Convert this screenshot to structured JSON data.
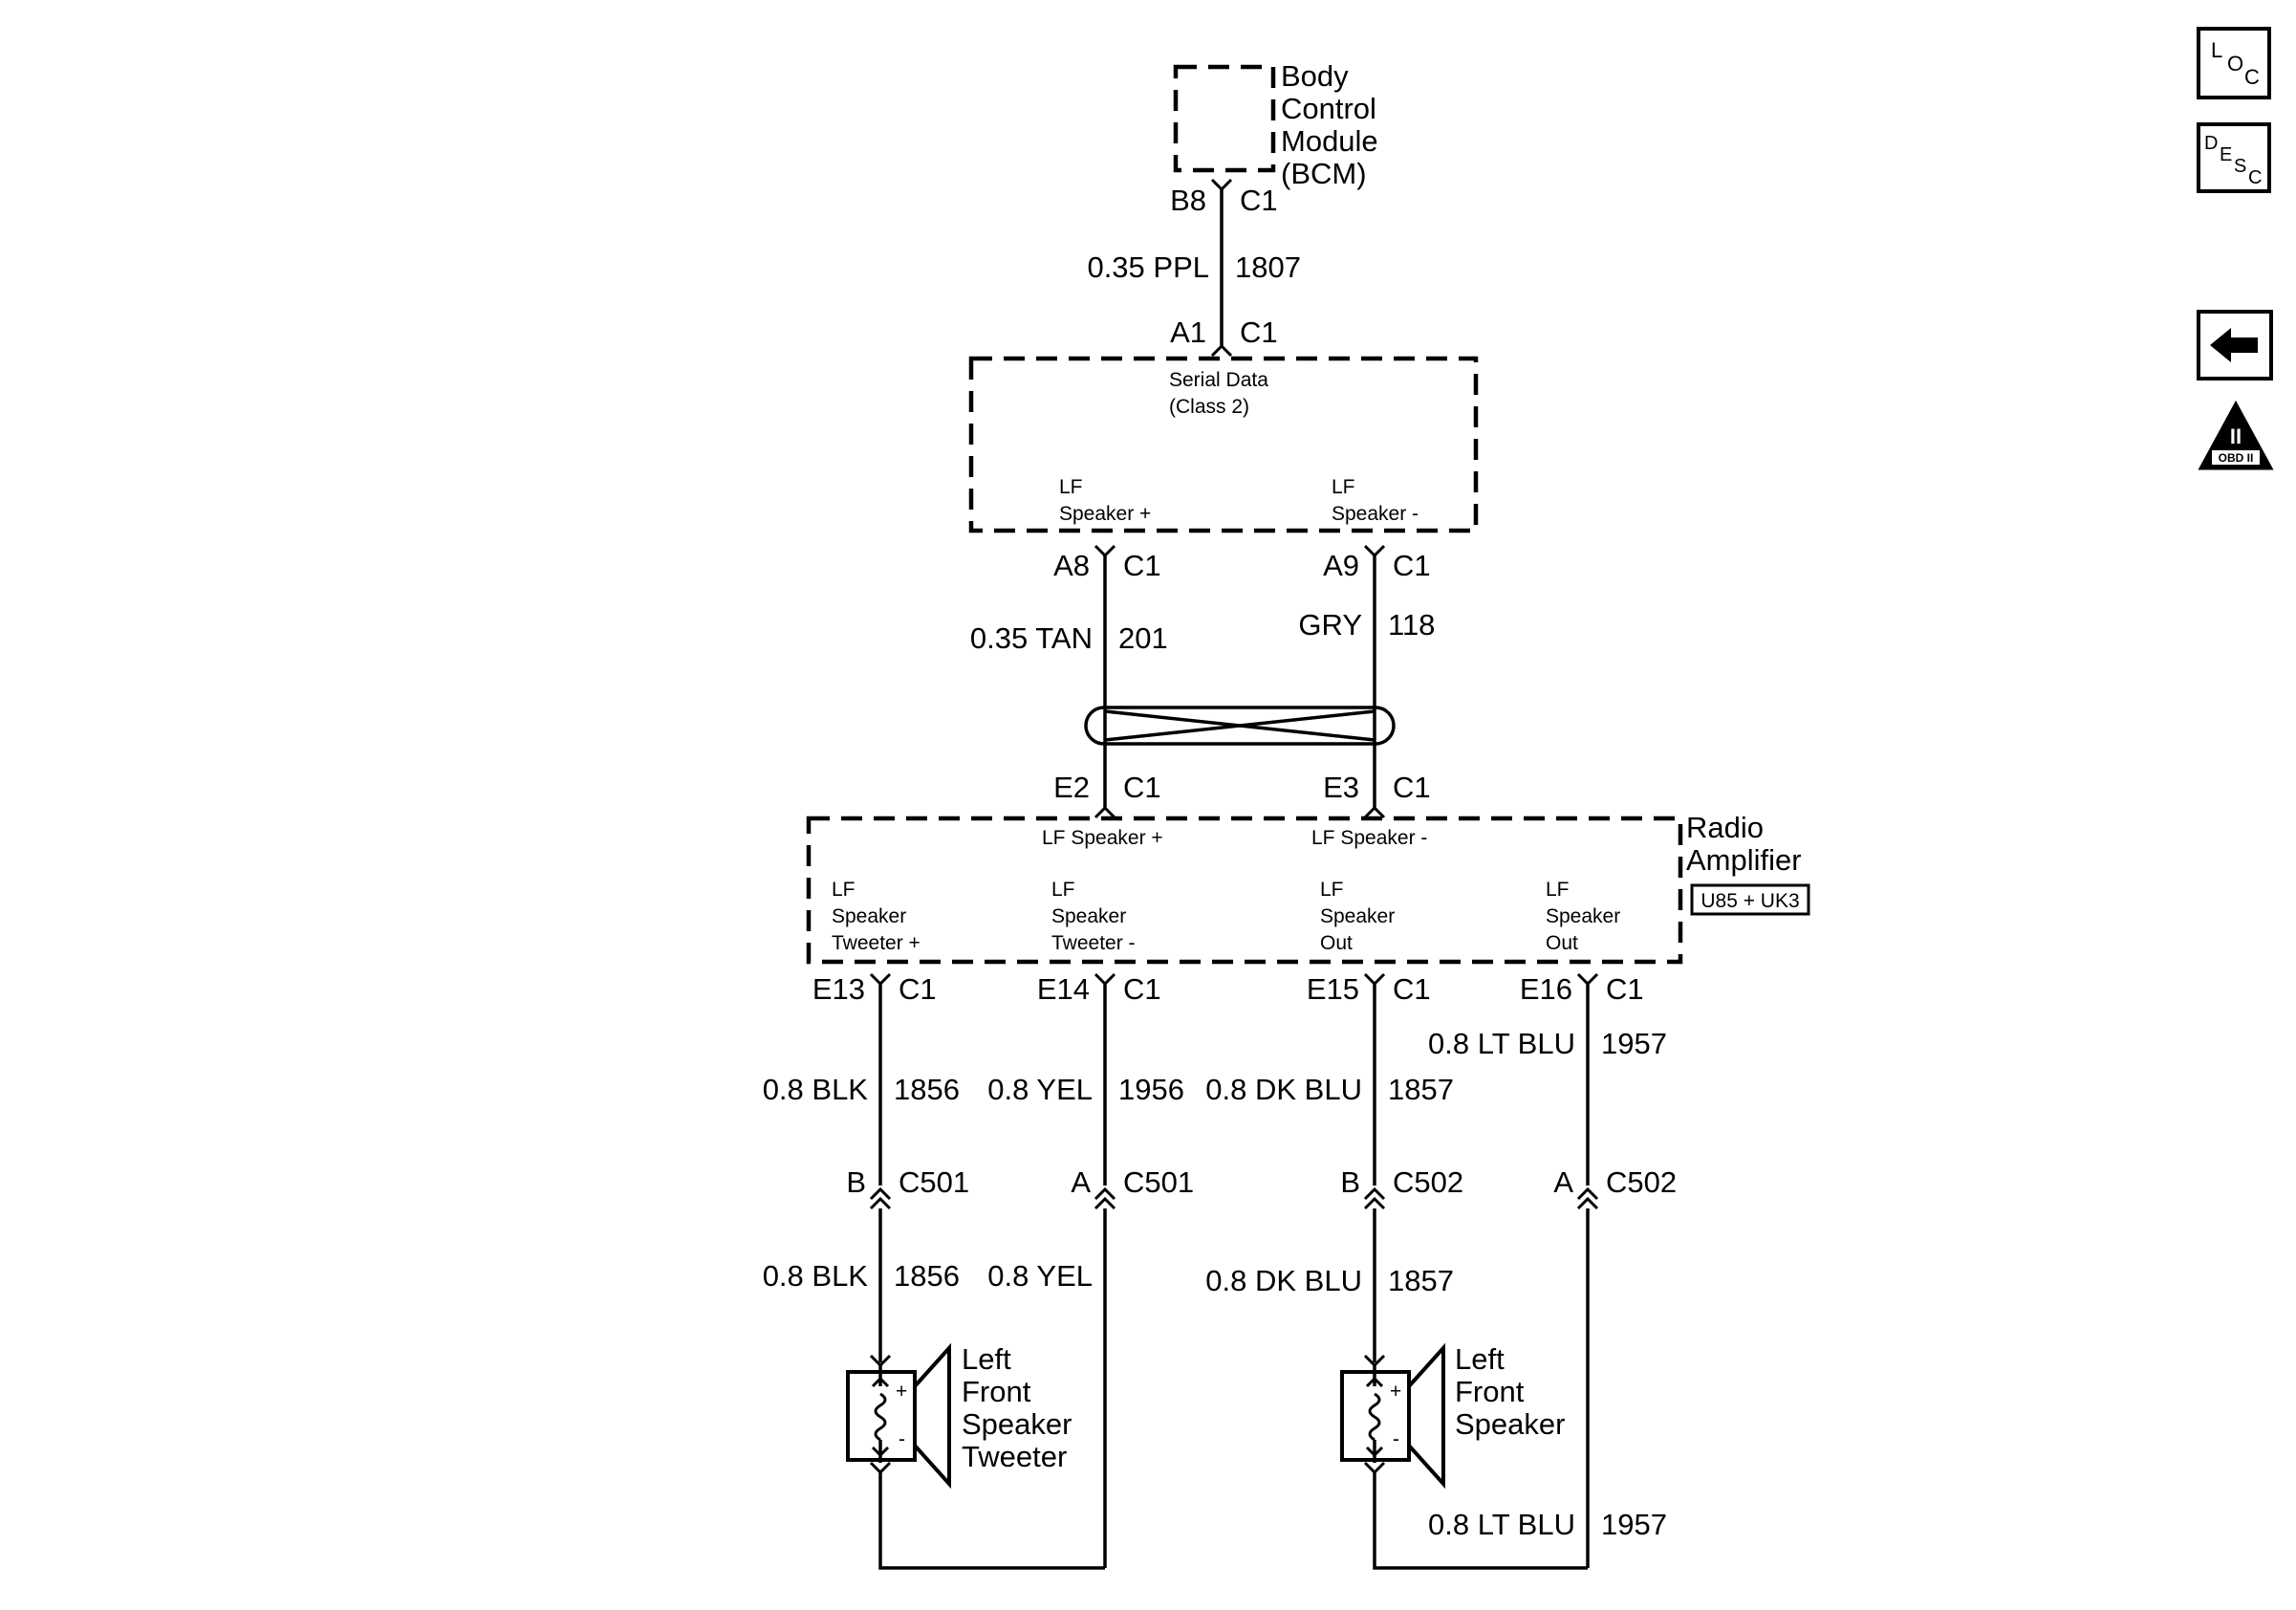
{
  "bcm": {
    "name_lines": [
      "Body",
      "Control",
      "Module",
      "(BCM)"
    ],
    "pin": "B8",
    "conn": "C1"
  },
  "bcm_wire": {
    "gauge_color": "0.35 PPL",
    "circuit": "1807"
  },
  "radio": {
    "pin": "A1",
    "conn": "C1",
    "serial_lines": [
      "Serial Data",
      "(Class 2)"
    ],
    "lf_plus_lines": [
      "LF",
      "Speaker +"
    ],
    "lf_minus_lines": [
      "LF",
      "Speaker -"
    ],
    "pin_plus": "A8",
    "pin_minus": "A9",
    "conn_plus": "C1",
    "conn_minus": "C1"
  },
  "twisted_pair": {
    "plus": {
      "gauge_color": "0.35 TAN",
      "circuit": "201"
    },
    "minus": {
      "gauge_color": "GRY",
      "circuit": "118"
    }
  },
  "amplifier": {
    "name_lines": [
      "Radio",
      "Amplifier"
    ],
    "option_badge": "U85 + UK3",
    "in_plus": {
      "pin": "E2",
      "conn": "C1",
      "label": "LF Speaker +"
    },
    "in_minus": {
      "pin": "E3",
      "conn": "C1",
      "label": "LF Speaker -"
    },
    "outputs": [
      {
        "label_lines": [
          "LF",
          "Speaker",
          "Tweeter +"
        ],
        "pin": "E13",
        "conn": "C1"
      },
      {
        "label_lines": [
          "LF",
          "Speaker",
          "Tweeter -"
        ],
        "pin": "E14",
        "conn": "C1"
      },
      {
        "label_lines": [
          "LF",
          "Speaker",
          "Out"
        ],
        "pin": "E15",
        "conn": "C1"
      },
      {
        "label_lines": [
          "LF",
          "Speaker",
          "Out"
        ],
        "pin": "E16",
        "conn": "C1"
      }
    ]
  },
  "output_wires": [
    {
      "gauge_color": "0.8 BLK",
      "circuit": "1856",
      "inline_pin": "B",
      "inline_conn": "C501",
      "lower_gauge_color": "0.8 BLK",
      "lower_circuit": "1856"
    },
    {
      "gauge_color": "0.8 YEL",
      "circuit": "1956",
      "inline_pin": "A",
      "inline_conn": "C501",
      "lower_gauge_color": "0.8 YEL",
      "lower_circuit": ""
    },
    {
      "gauge_color": "0.8 DK BLU",
      "circuit": "1857",
      "inline_pin": "B",
      "inline_conn": "C502",
      "lower_gauge_color": "0.8 DK BLU",
      "lower_circuit": "1857"
    },
    {
      "gauge_color": "0.8 LT BLU",
      "circuit": "1957",
      "inline_pin": "A",
      "inline_conn": "C502",
      "lower_gauge_color": "0.8 LT BLU",
      "lower_circuit": "1957"
    }
  ],
  "speakers": [
    {
      "name_lines": [
        "Left",
        "Front",
        "Speaker",
        "Tweeter"
      ],
      "plus": "+",
      "minus": "-"
    },
    {
      "name_lines": [
        "Left",
        "Front",
        "Speaker"
      ],
      "plus": "+",
      "minus": "-"
    }
  ],
  "nav": {
    "loc": {
      "big": "L",
      "mid": "O",
      "small": "C"
    },
    "desc": {
      "big": "D",
      "mid": "E",
      "mid2": "S",
      "small": "C"
    },
    "obd_roman": "II",
    "obd_text": "OBD II",
    "icons": [
      "location-icon",
      "description-icon",
      "back-arrow-icon",
      "obd-ii-icon"
    ]
  }
}
